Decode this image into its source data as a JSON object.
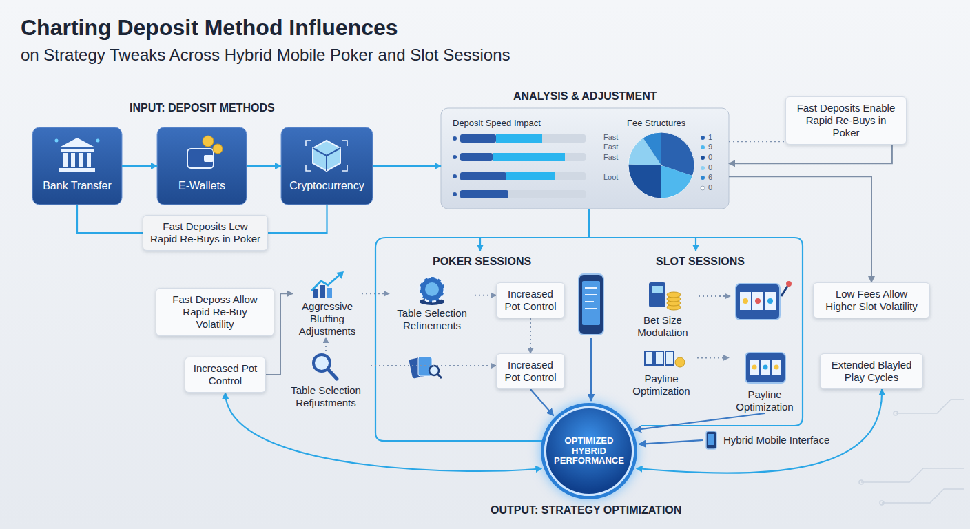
{
  "diagram": {
    "title": "Charting Deposit Method Influences",
    "nodes": [
      {
        "text": [
          "Bank Transfer"
        ]
      },
      {
        "text": [
          "E-Wallets"
        ]
      },
      {
        "text": [
          "Cryptocurrency"
        ]
      },
      {
        "text": [
          "Fast Deposits Lew Rapid Re-Buys in Poker"
        ]
      },
      {
        "text": [
          "Deposit Speed Impact",
          "Fee Structures"
        ]
      },
      {
        "text": [
          "Fast Deposits Enable Rapid Re-Buys in Poker"
        ]
      },
      {
        "text": [
          "Fast Deposs Allow Rapid Re-Buy Volatility"
        ]
      },
      {
        "text": [
          "Aggressive Bluffing Adjustments"
        ]
      },
      {
        "text": [
          "Table Selection Refinements"
        ]
      },
      {
        "text": [
          "Increased Pot Control"
        ]
      },
      {
        "text": [
          "Bet Size Modulation"
        ]
      },
      {
        "text": [
          "Low Fees Allow Higher Slot Volatility"
        ]
      },
      {
        "text": [
          "Increased Pot Control"
        ]
      },
      {
        "text": [
          "Table Selection Refjustments"
        ]
      },
      {
        "text": [
          "Increased Pot Control"
        ]
      },
      {
        "text": [
          "Payline Optimization"
        ]
      },
      {
        "text": [
          "Payline Optimization"
        ]
      },
      {
        "text": [
          "Extended Blayled Play Cycles"
        ]
      },
      {
        "text": [
          "Hybrid Mobile Interface"
        ]
      },
      {
        "text": [
          "OPTIMIZED HYBRID PERFORMANCE"
        ]
      }
    ],
    "edges": [
      {
        "from": 0,
        "to": 1,
        "arrow": "to"
      },
      {
        "from": 1,
        "to": 2,
        "arrow": "to"
      },
      {
        "from": 2,
        "to": 4,
        "arrow": "to"
      },
      {
        "from": 0,
        "to": 3,
        "arrow": "none"
      },
      {
        "from": 2,
        "to": 3,
        "arrow": "none"
      },
      {
        "from": 4,
        "to": 5,
        "arrow": "to"
      },
      {
        "from": 5,
        "to": 4,
        "arrow": "to"
      },
      {
        "from": 4,
        "to": 11,
        "arrow": "to"
      },
      {
        "from": 12,
        "to": 7,
        "arrow": "to"
      },
      {
        "from": 13,
        "to": 7,
        "arrow": "to"
      },
      {
        "from": 7,
        "to": 8,
        "arrow": "to"
      },
      {
        "from": 8,
        "to": 9,
        "arrow": "to"
      },
      {
        "from": 9,
        "to": 14,
        "arrow": "to"
      },
      {
        "from": 13,
        "to": 14,
        "arrow": "to"
      },
      {
        "from": 14,
        "to": 19,
        "arrow": "to"
      },
      {
        "from": 15,
        "to": 16,
        "arrow": "to"
      },
      {
        "from": 16,
        "to": 19,
        "arrow": "to"
      },
      {
        "from": 19,
        "to": 12,
        "arrow": "both"
      },
      {
        "from": 19,
        "to": 17,
        "arrow": "both"
      },
      {
        "from": 18,
        "to": 19,
        "arrow": "to"
      }
    ],
    "labels": [
      "on Strategy Tweaks Across Hybrid Mobile Poker and Slot Sessions",
      "INPUT: DEPOSIT METHODS",
      "ANALYSIS & ADJUSTMENT",
      "POKER SESSIONS",
      "SLOT SESSIONS",
      "OUTPUT: STRATEGY OPTIMIZATION",
      "Fast",
      "Fast",
      "Fast",
      "Loot",
      "1",
      "9",
      "0",
      "0",
      "6",
      "0"
    ]
  }
}
